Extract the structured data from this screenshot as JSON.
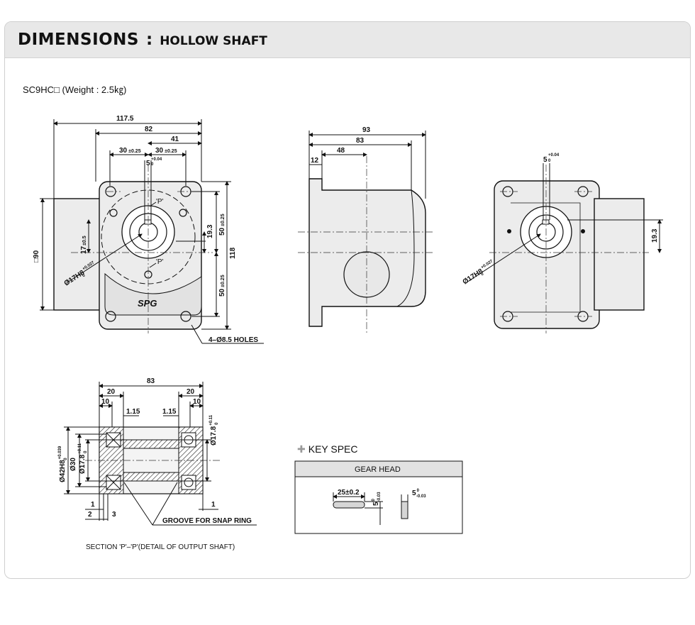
{
  "header": {
    "title": "DIMENSIONS",
    "separator": ":",
    "subtitle": "HOLLOW SHAFT"
  },
  "model": "SC9HC□ (Weight : 2.5㎏)",
  "front_view": {
    "dims": {
      "overall": "117.5",
      "width": "82",
      "half": "41",
      "left_offset": "30",
      "left_offset_tol": "±0.25",
      "right_offset": "30",
      "right_offset_tol": "±0.25",
      "keyway": "5",
      "keyway_tol_up": "+0.04",
      "keyway_tol_low": "0",
      "height": "118",
      "upper": "50",
      "upper_tol": "±0.25",
      "lower": "50",
      "lower_tol": "±0.25",
      "shaft_offset": "19.3",
      "square": "□90",
      "left_h": "17",
      "left_h_tol": "±0.5",
      "bore": "Ø17H8",
      "bore_tol_up": "+0.027",
      "bore_tol_low": "0"
    },
    "p_mark_top": "'P'",
    "p_mark_bottom": "'P'",
    "holes": "4–Ø8.5 HOLES",
    "logo": "SPG"
  },
  "side_view": {
    "dims": {
      "overall": "93",
      "body": "83",
      "center": "48",
      "flange": "12"
    }
  },
  "rear_view": {
    "dims": {
      "keyway": "5",
      "keyway_tol_up": "+0.04",
      "keyway_tol_low": "0",
      "offset": "19.3",
      "bore": "Ø17H8",
      "bore_tol_up": "+0.027",
      "bore_tol_low": "0"
    }
  },
  "section_view": {
    "dims": {
      "length": "83",
      "left_20": "20",
      "right_20": "20",
      "left_10": "10",
      "right_10": "10",
      "left_115": "1.15",
      "right_115": "1.15",
      "od": "Ø42H8",
      "od_tol_up": "+0.039",
      "od_tol_low": "0",
      "d30": "Ø30",
      "groove_left": "Ø17.8",
      "groove_left_tol_up": "+0.11",
      "groove_left_tol_low": "0",
      "groove_right": "Ø17.8",
      "groove_right_tol_up": "+0.11",
      "groove_right_tol_low": "0",
      "bottom_1": "1",
      "bottom_2": "2",
      "bottom_3": "3",
      "bottom_right_1": "1"
    },
    "groove_label": "GROOVE FOR SNAP RING",
    "caption": "SECTION 'P'–'P'(DETAIL OF OUTPUT SHAFT)"
  },
  "key_spec": {
    "title": "KEY SPEC",
    "header": "GEAR HEAD",
    "length": "25±0.2",
    "height": "5",
    "height_tol_up": "0",
    "height_tol_low": "-0.03",
    "width": "5",
    "width_tol_up": "0",
    "width_tol_low": "-0.03"
  }
}
